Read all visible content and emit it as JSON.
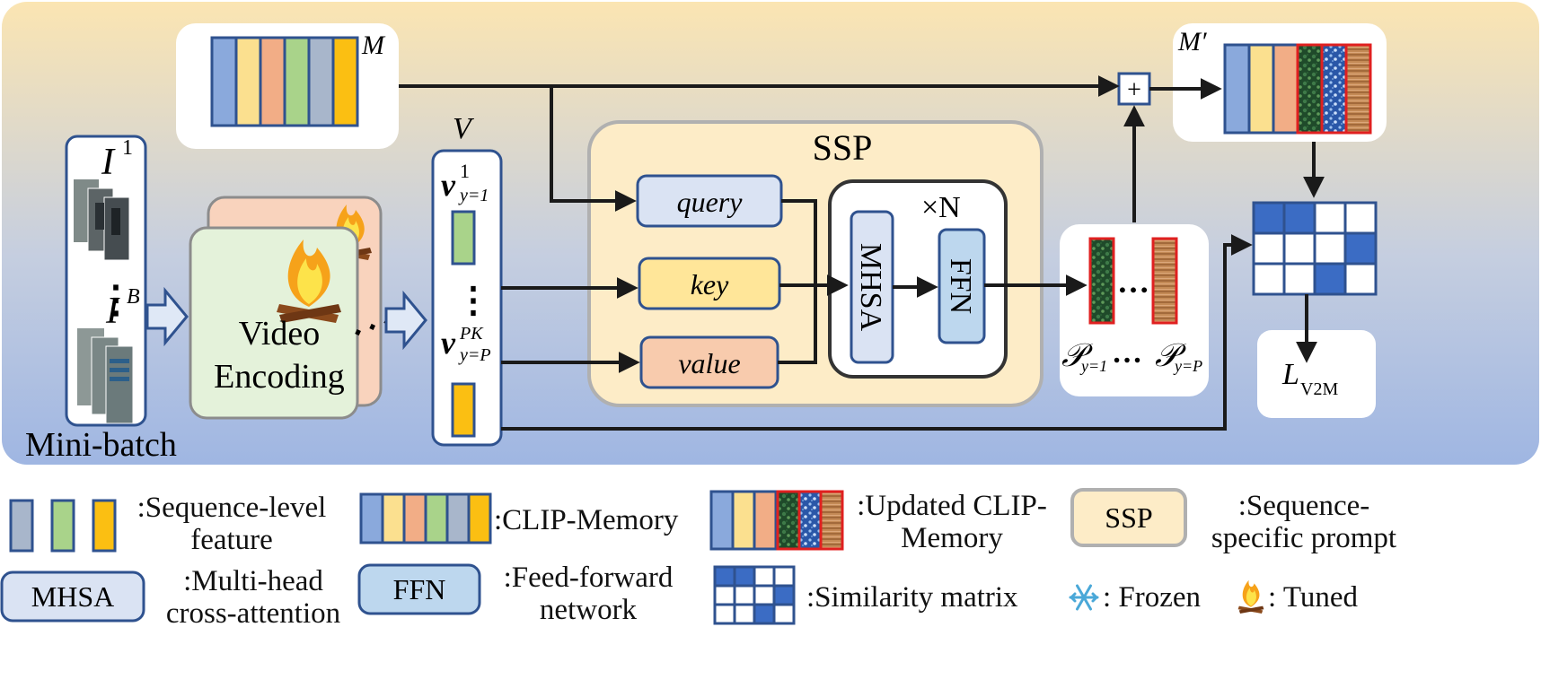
{
  "labels": {
    "M": "M",
    "M_prime": "M′",
    "V": "V",
    "I1_base": "I",
    "I1_sup": "1",
    "dots_vert": "⋮",
    "IB_base": "I",
    "IB_sup": "B",
    "mini_batch": "Mini-batch",
    "video_line1": "Video",
    "video_line2": "Encoding",
    "v1_base": "v",
    "v1_sup": "1",
    "v1_sub": "y=1",
    "vP_base": "v",
    "vP_sup": "PK",
    "vP_sub": "y=P",
    "ssp": "SSP",
    "query": "query",
    "key": "key",
    "value": "value",
    "times_n": "×N",
    "mhsa": "MHSA",
    "ffn": "FFN",
    "plus": "+",
    "p_dots": "…",
    "p1_base": "𝒫",
    "p1_sub": "y=1",
    "p_mid": "…",
    "pP_base": "𝒫",
    "pP_sub": "y=P",
    "loss_base": "L",
    "loss_sub": "V2M"
  },
  "legend": {
    "seq_feature": ":Sequence-level feature",
    "clip_memory": ":CLIP-Memory",
    "updated_memory": ":Updated CLIP-Memory",
    "ssp_box": "SSP",
    "ssp_desc": ":Sequence-specific prompt",
    "mhsa_box": "MHSA",
    "mhsa_desc": ":Multi-head cross-attention",
    "ffn_box": "FFN",
    "ffn_desc": ":Feed-forward network",
    "sim_desc": ":Similarity matrix",
    "frozen": ": Frozen",
    "tuned": ": Tuned"
  },
  "colors": {
    "memory_slots": [
      "#8aa9dc",
      "#fbe08f",
      "#f2ad86",
      "#a9d38a",
      "#a8b6cb",
      "#fbbf12"
    ],
    "frame_border": "#2f528f",
    "tuned_border": "#e02020",
    "query_fill": "#dae3f3",
    "key_fill": "#ffe699",
    "value_fill": "#f8cbad",
    "ssp_fill": "#fdecc7",
    "video_fill": "#e4f2da",
    "matrix_dark": "#3b6cc4"
  },
  "similarity_matrix": [
    [
      1,
      1,
      0,
      0
    ],
    [
      0,
      0,
      0,
      1
    ],
    [
      0,
      0,
      1,
      0
    ]
  ]
}
